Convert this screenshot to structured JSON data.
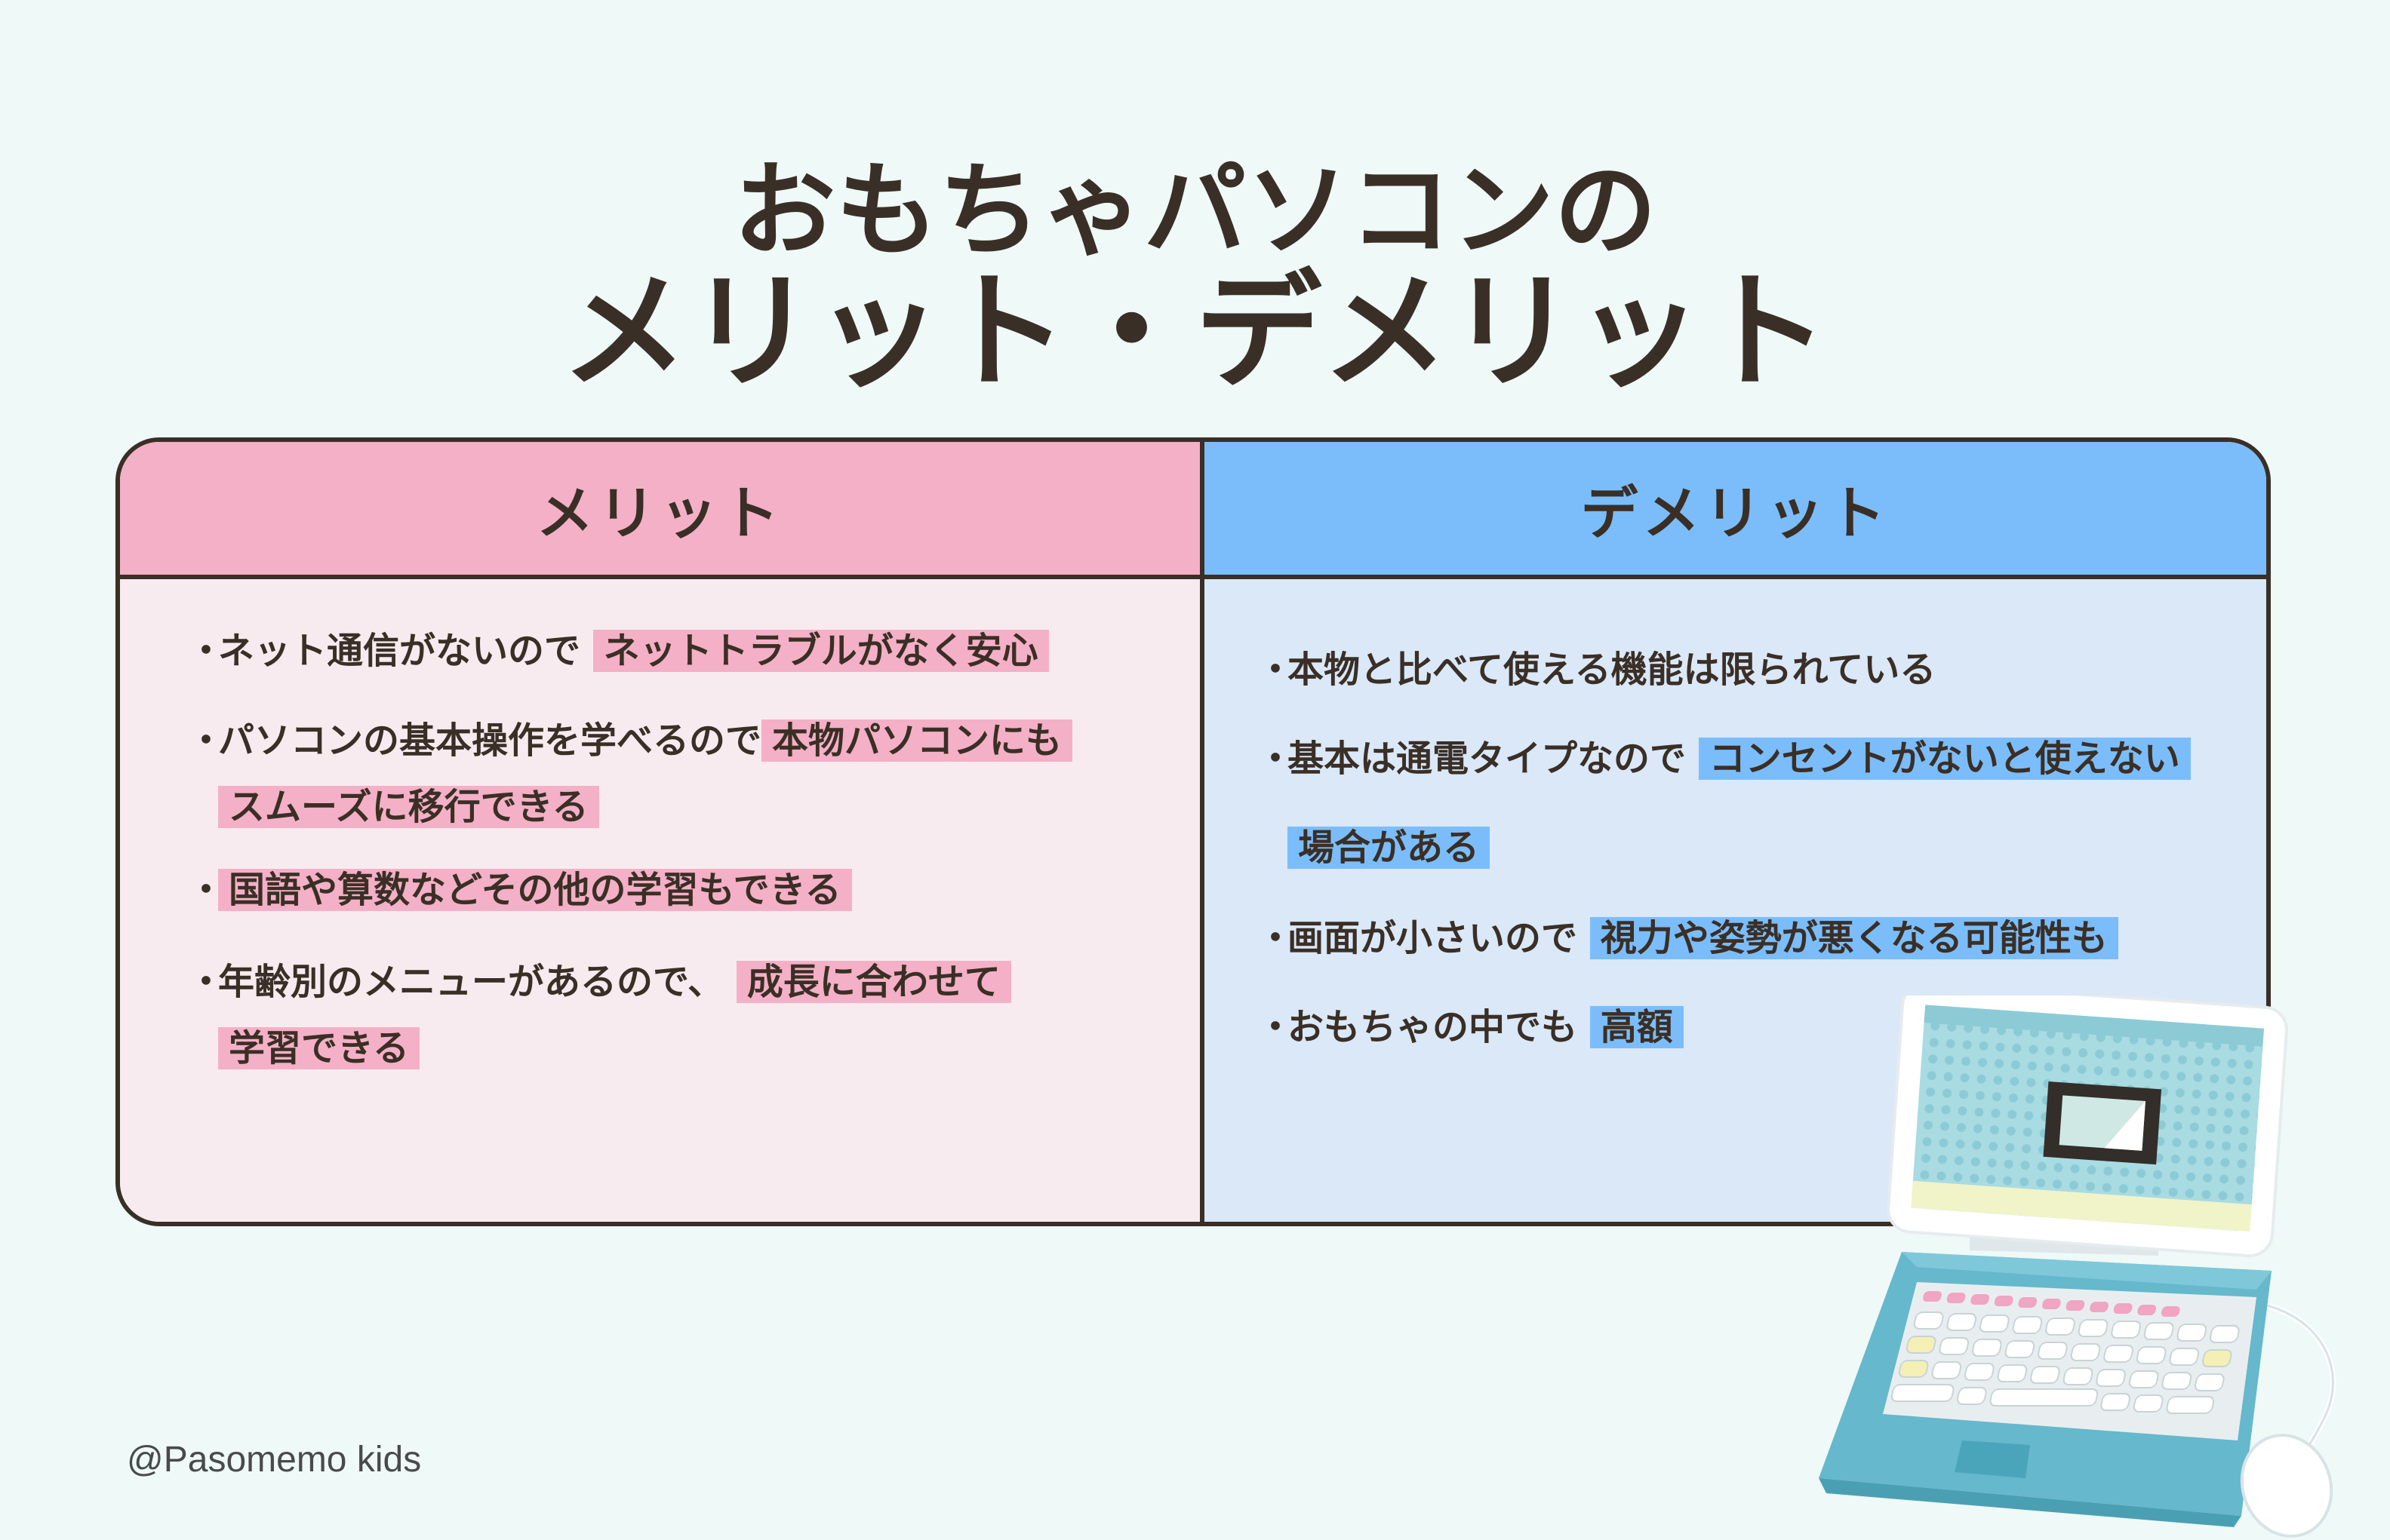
{
  "title": {
    "line1": "おもちゃパソコンの",
    "line2": "メリット・デメリット"
  },
  "merit": {
    "heading": "メリット",
    "items": [
      {
        "plain": "ネット通信がないので",
        "highlight": "ネットトラブルがなく安心"
      },
      {
        "plain": "パソコンの基本操作を学べるので",
        "highlight": "本物パソコンにも",
        "highlight2": "スムーズに移行できる"
      },
      {
        "highlight": "国語や算数などその他の学習もできる"
      },
      {
        "plain": "年齢別のメニューがあるので、",
        "highlight": "成長に合わせて",
        "highlight2": "学習できる"
      }
    ]
  },
  "demerit": {
    "heading": "デメリット",
    "items": [
      {
        "plain": "本物と比べて使える機能は限られている"
      },
      {
        "plain": "基本は通電タイプなので",
        "highlight": "コンセントがないと使えない",
        "highlight2": "場合がある"
      },
      {
        "plain": "画面が小さいので",
        "highlight": "視力や姿勢が悪くなる可能性も"
      },
      {
        "plain": "おもちゃの中でも",
        "highlight": "高額"
      }
    ]
  },
  "credit": "@Pasomemo kids",
  "colors": {
    "background": "#eef9f8",
    "merit_accent": "#f4b0c6",
    "demerit_accent": "#7bbdfa",
    "merit_body": "#f8ebef",
    "demerit_body": "#dae8f8",
    "ink": "#3a2f26"
  },
  "illustration": {
    "icon": "toy-laptop-icon"
  }
}
